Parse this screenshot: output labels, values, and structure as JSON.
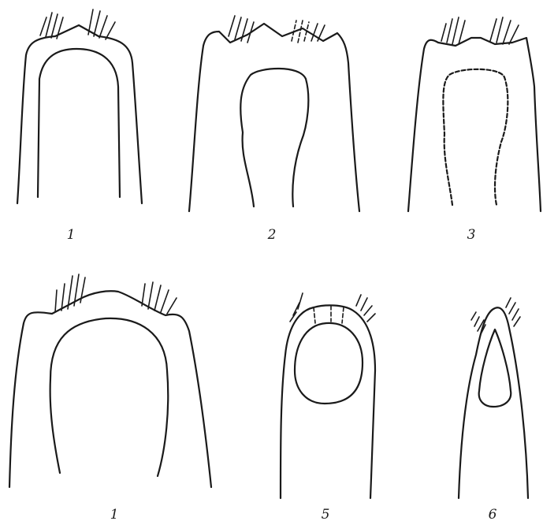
{
  "figures": [
    {
      "label": "1"
    },
    {
      "label": "2"
    },
    {
      "label": "3"
    },
    {
      "label": "1"
    },
    {
      "label": "5"
    },
    {
      "label": "6"
    }
  ],
  "colors": {
    "line": "#1a1a1a",
    "background": "#ffffff"
  }
}
